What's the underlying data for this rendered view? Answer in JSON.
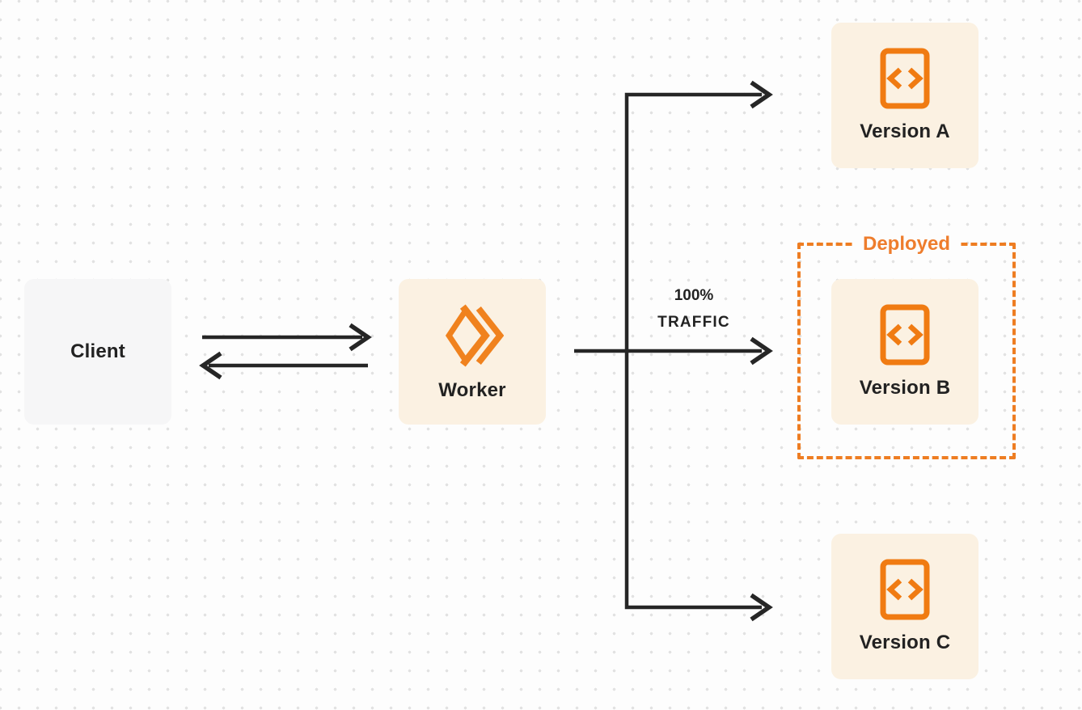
{
  "diagram": {
    "title": "worker-version-routing-diagram",
    "colors": {
      "accent_orange": "#ee7d22",
      "icon_orange": "#f07b12",
      "box_cream": "#fbf1e2",
      "box_gray": "#f6f6f7",
      "line_dark": "#262626",
      "text_dark": "#222222",
      "page_background": "#fdfdfd",
      "dot_grid": "#e2e2e2"
    },
    "nodes": {
      "client": {
        "label": "Client"
      },
      "worker": {
        "label": "Worker",
        "icon": "worker-logo-icon"
      },
      "version_a": {
        "label": "Version A",
        "icon": "code-file-icon"
      },
      "version_b": {
        "label": "Version B",
        "icon": "code-file-icon"
      },
      "version_c": {
        "label": "Version C",
        "icon": "code-file-icon"
      }
    },
    "deployed": {
      "label": "Deployed"
    },
    "traffic": {
      "line1": "100%",
      "line2": "TRAFFIC"
    },
    "edges": [
      "client -> worker",
      "worker -> client",
      "worker -> version_a",
      "worker -> version_b (100% TRAFFIC)",
      "worker -> version_c"
    ]
  }
}
